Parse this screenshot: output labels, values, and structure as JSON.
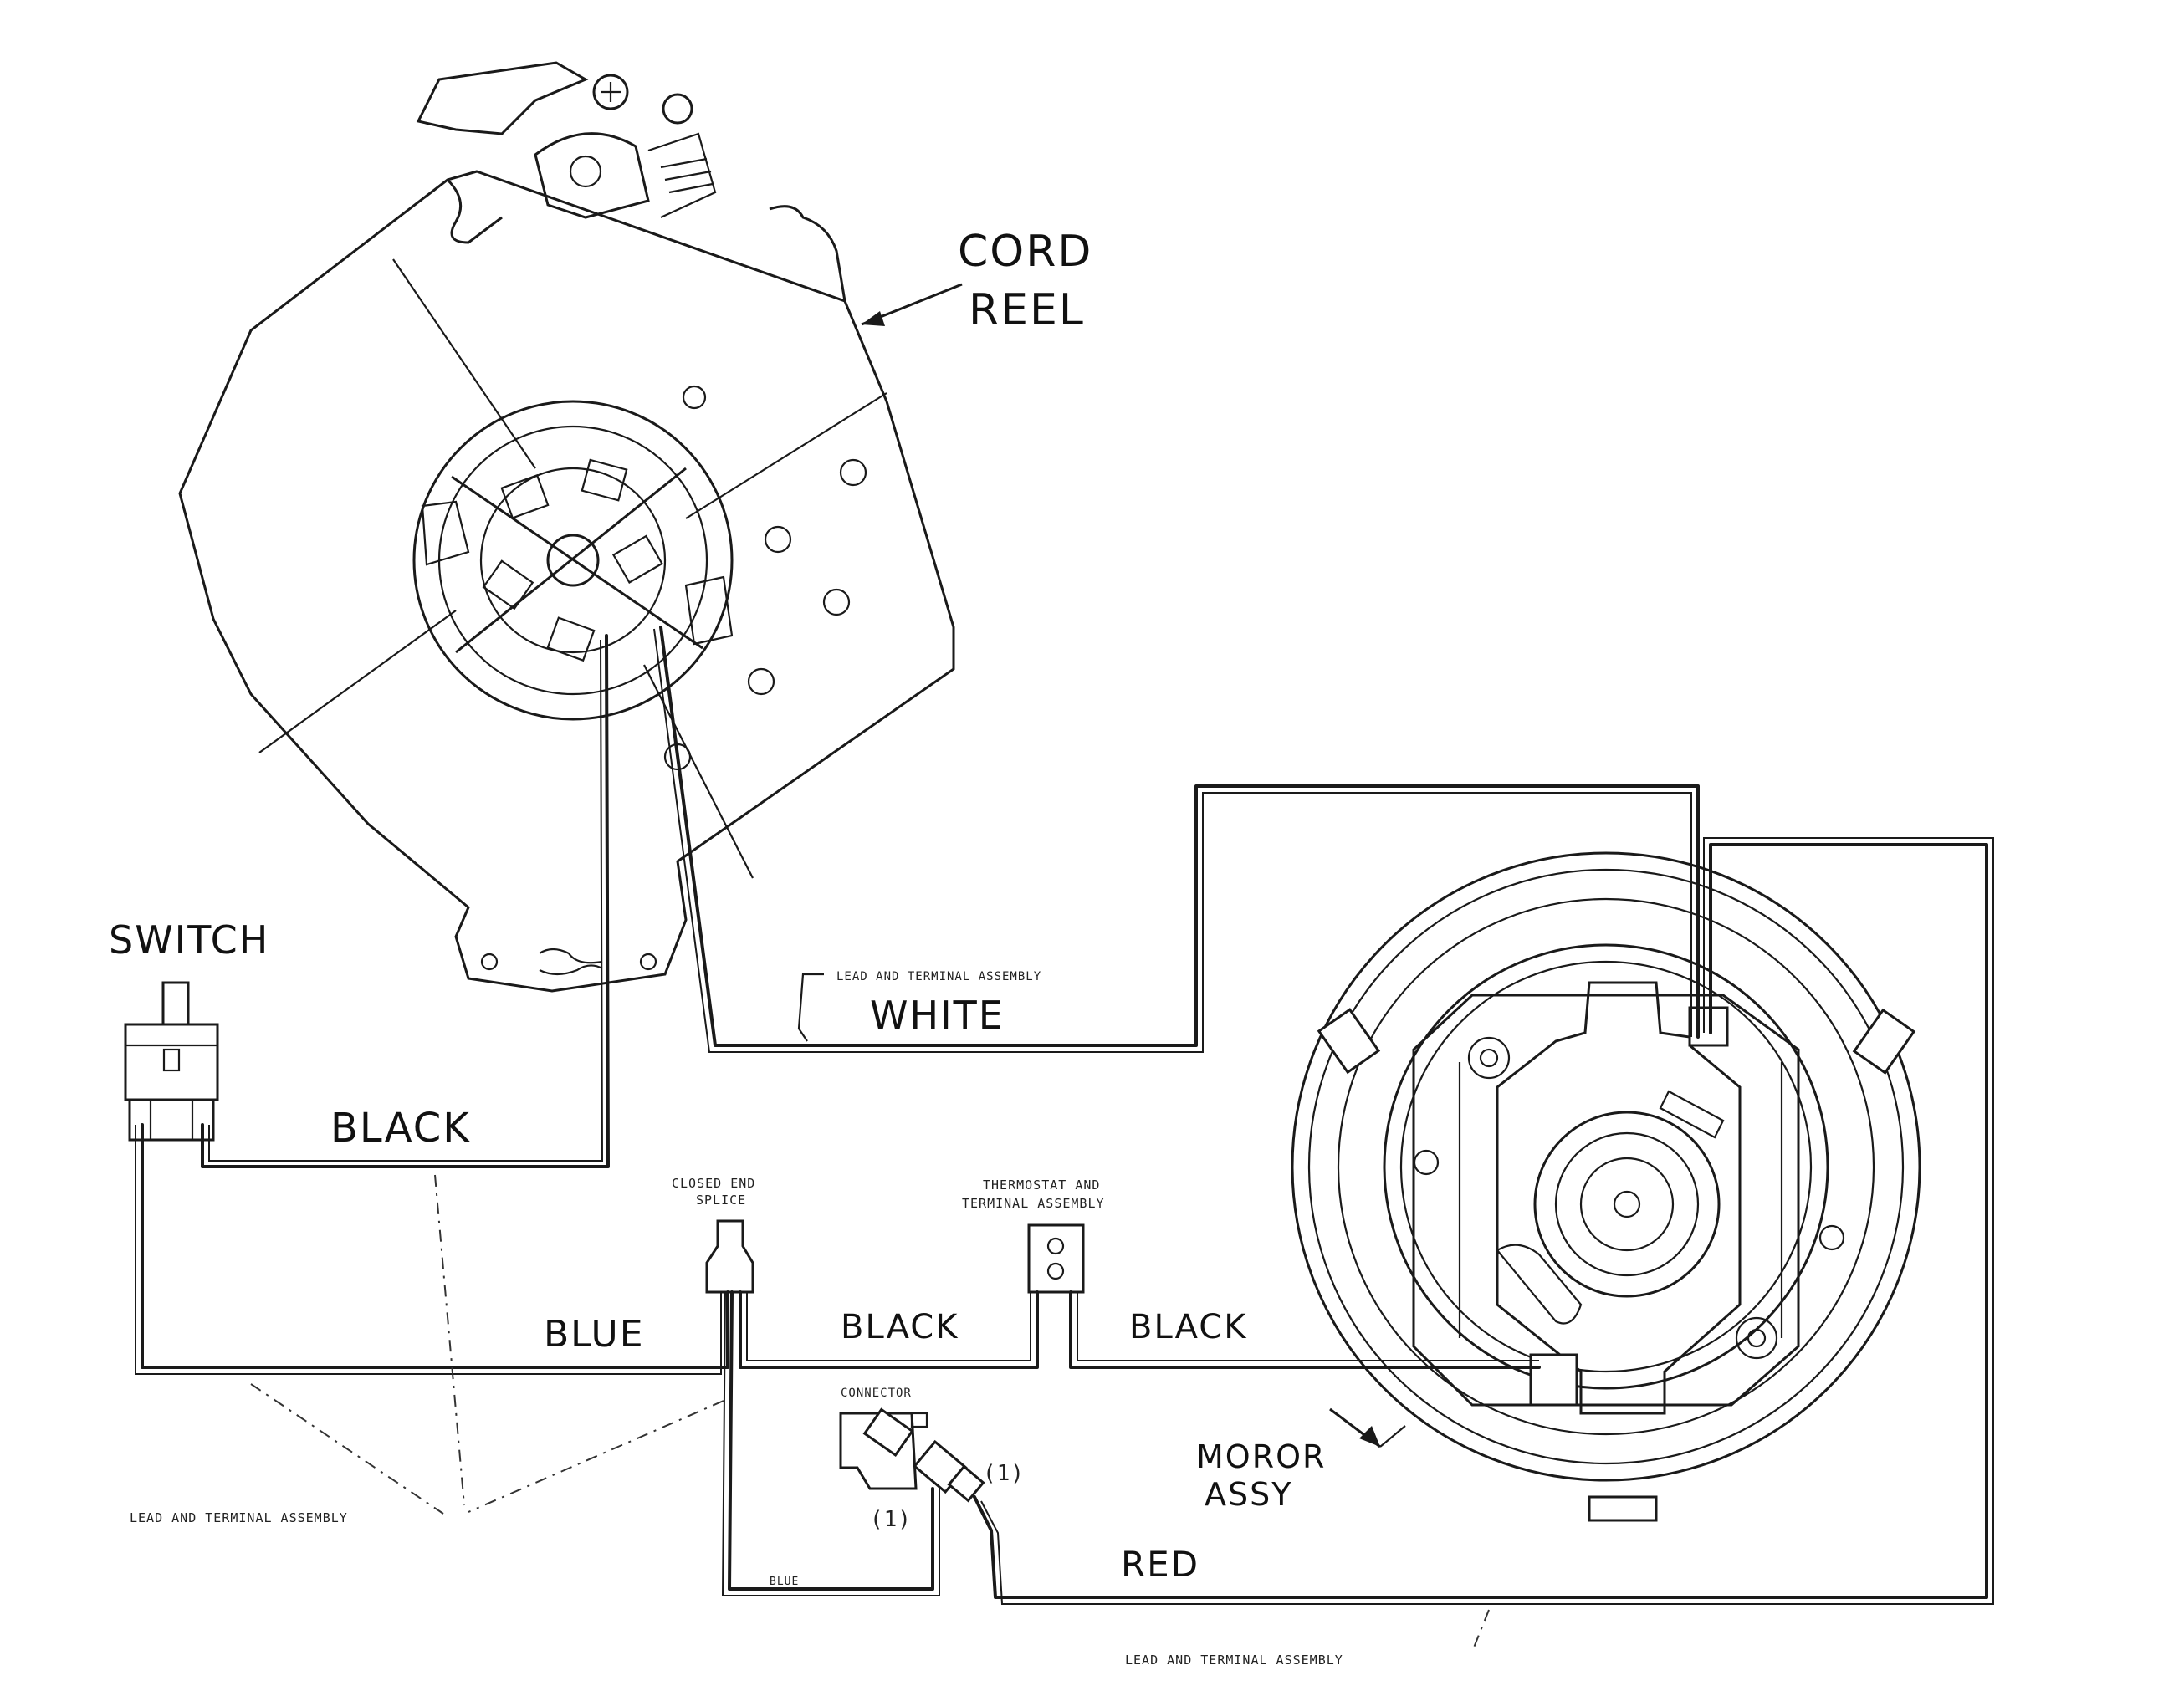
{
  "labels": {
    "cord_reel_line1": "CORD",
    "cord_reel_line2": "REEL",
    "switch": "SWITCH",
    "white": "WHITE",
    "black_top": "BLACK",
    "blue": "BLUE",
    "black_mid": "BLACK",
    "black_right": "BLACK",
    "red": "RED",
    "motor_line1": "MOROR",
    "motor_line2": "ASSY"
  },
  "printed": {
    "lead_terminal_top": "LEAD AND TERMINAL ASSEMBLY",
    "closed_end_splice_line1": "CLOSED END",
    "closed_end_splice_line2": "SPLICE",
    "thermostat_line1": "THERMOSTAT AND",
    "thermostat_line2": "TERMINAL ASSEMBLY",
    "connector": "CONNECTOR",
    "connector_mark_1": "(1)",
    "connector_mark_2": "(1)",
    "blue_small": "BLUE",
    "lead_terminal_left": "LEAD AND TERMINAL ASSEMBLY",
    "lead_terminal_bottom": "LEAD AND TERMINAL ASSEMBLY"
  },
  "colors": {
    "ink": "#1a1a1a",
    "paper": "#ffffff"
  }
}
